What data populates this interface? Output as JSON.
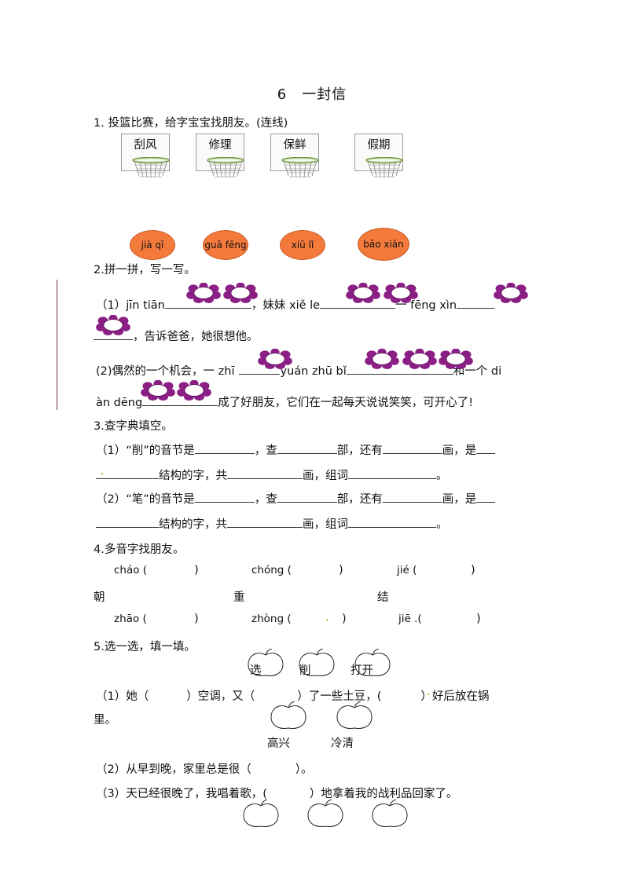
{
  "title": "6　一封信",
  "q1": {
    "heading": "1. 投篮比赛，给字宝宝找朋友。(连线)",
    "hoops": [
      "刮风",
      "修理",
      "保鲜",
      "假期"
    ],
    "balls": [
      "jià qī",
      "guā fēng",
      "xiū lǐ",
      "bǎo xiān"
    ]
  },
  "q2": {
    "heading": "2.拼一拼，写一写。",
    "l1a": "（1）jīn tiān",
    "l1b": "，妹妹 xiě le",
    "l1c": "一 fēng xìn",
    "l2a": "，告诉爸爸，她很想他。",
    "l3a": "(2)偶然的一个机会，一 zhī",
    "l3b": "yuán zhū bǐ",
    "l3c": "和一个 di",
    "l4a": "àn dēng",
    "l4b": "成了好朋友，它们在一起每天说说笑笑，可开心了!"
  },
  "q3": {
    "heading": "3.查字典填空。",
    "a1": "（1）“削”的音节是",
    "a2": "，查",
    "a3": "部，还有",
    "a4": "画，是",
    "a5": "结构的字，共",
    "a6": "画，组词",
    "a7": "。",
    "b1": "（2）“笔”的音节是"
  },
  "q4": {
    "heading": "4.多音字找朋友。",
    "top": [
      "cháo (",
      "chóng (",
      "jié ("
    ],
    "chars": [
      "朝",
      "重",
      "结"
    ],
    "bottom": [
      "zhāo (",
      "zhòng (",
      "jiē .("
    ],
    "close": ")"
  },
  "q5": {
    "heading": "5.选一选，填一填。",
    "words1": [
      "选",
      "削",
      "打开"
    ],
    "s1a": "（1）她（",
    "s1b": "）空调，又（",
    "s1c": "）了一些土豆，(",
    "s1d": "）好后放在锅",
    "s1e": "里。",
    "words2": [
      "高兴",
      "冷清"
    ],
    "s2": "（2）从早到晚，家里总是很（",
    "s2b": "）。",
    "s3": "（3）天已经很晚了，我唱着歌，(",
    "s3b": "）地拿着我的战利品回家了。"
  }
}
